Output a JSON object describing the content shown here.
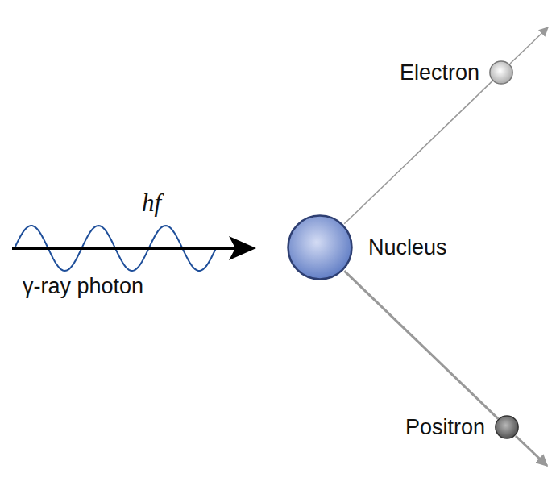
{
  "diagram": {
    "nodes": [
      {
        "text": [
          "Electron"
        ]
      },
      {
        "text": [
          "Nucleus"
        ]
      },
      {
        "text": [
          "Positron"
        ]
      }
    ],
    "edges": [
      {
        "from": 1,
        "to": 0,
        "arrow": "none"
      },
      {
        "from": 1,
        "to": 2,
        "arrow": "none"
      }
    ],
    "labels": [
      "hf",
      "γ-ray photon"
    ]
  }
}
